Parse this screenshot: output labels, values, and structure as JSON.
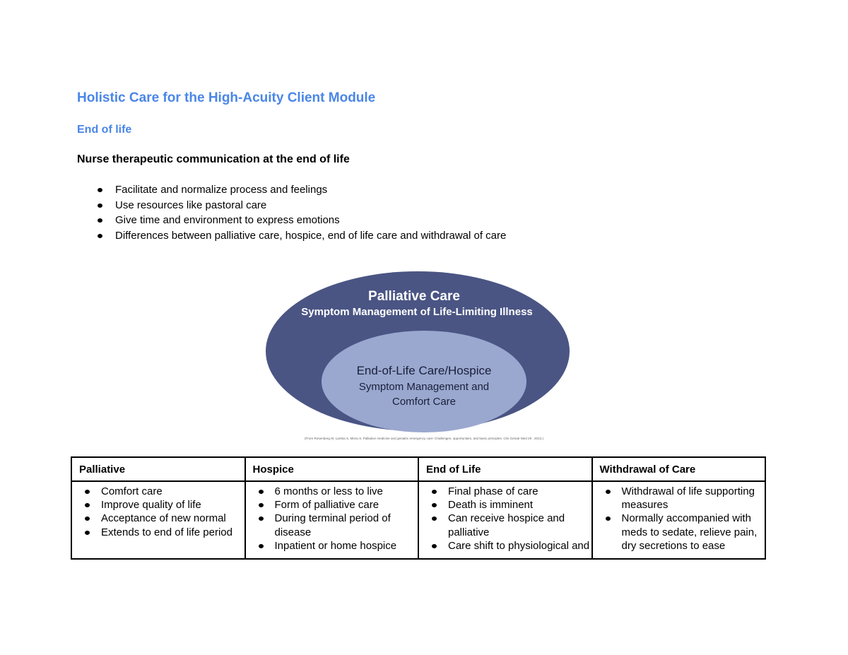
{
  "title": "Holistic Care for the High-Acuity Client Module",
  "subtitle": "End of life",
  "section_heading": "Nurse therapeutic communication at the end of life",
  "bullets": [
    "Facilitate and normalize process and feelings",
    "Use resources like pastoral care",
    "Give time and environment to express emotions",
    "Differences between palliative care, hospice, end of life care and withdrawal of care"
  ],
  "diagram": {
    "outer_title": "Palliative Care",
    "outer_subtitle": "Symptom Management of Life-Limiting Illness",
    "inner_title": "End-of-Life Care/Hospice",
    "inner_line1": "Symptom Management and",
    "inner_line2": "Comfort Care",
    "citation": "(From Rosenberg M, Lamba S, Misra S. Palliative medicine and geriatric emergency care: Challenges, opportunities, and basic principles. Clin Geriatr Med 29 : 2013.)",
    "outer_color": "#4a5584",
    "inner_color": "#9aa8cf"
  },
  "table": {
    "headers": [
      "Palliative",
      "Hospice",
      "End of Life",
      "Withdrawal of Care"
    ],
    "columns": [
      [
        "Comfort care",
        "Improve quality of life",
        "Acceptance of new normal",
        "Extends to end of life period"
      ],
      [
        "6 months or less to live",
        "Form of palliative care",
        "During terminal period of disease",
        "Inpatient or home hospice"
      ],
      [
        "Final phase of care",
        "Death is imminent",
        "Can receive hospice and palliative",
        "Care shift to physiological and"
      ],
      [
        "Withdrawal of life supporting measures",
        "Normally accompanied with meds to sedate, relieve pain, dry secretions to ease"
      ]
    ]
  }
}
